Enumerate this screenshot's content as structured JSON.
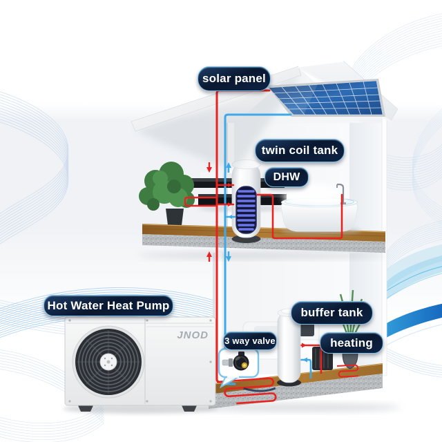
{
  "diagram": {
    "labels": {
      "solar_panel": "solar panel",
      "twin_coil_tank": "twin coil tank",
      "dhw": "DHW",
      "hot_water_heat_pump": "Hot Water Heat Pump",
      "three_way_valve": "3 way valve",
      "buffer_tank": "buffer tank",
      "heating": "heating"
    },
    "equipment_brand": "JNOD",
    "icons": {
      "hot_flow_upper": "red-arrow-down",
      "cold_flow_upper": "blue-arrow-up",
      "hot_flow_lower": "red-arrow-up",
      "cold_flow_lower": "blue-arrow-down",
      "radiator_supply": "red-arrow-right",
      "radiator_return": "blue-arrow-left"
    },
    "colors": {
      "label_background": "#0b1c36",
      "label_border": "#7fc1e8",
      "hot_pipe": "#e62320",
      "cold_pipe": "#3fa9e8",
      "solar_cell_blue": "#2e6cb4",
      "swoosh_blue": "#1565bd",
      "wave_blue": "#9cc6e8",
      "wood_floor": "#a5742f",
      "brand_gray": "#a6acb3"
    }
  }
}
